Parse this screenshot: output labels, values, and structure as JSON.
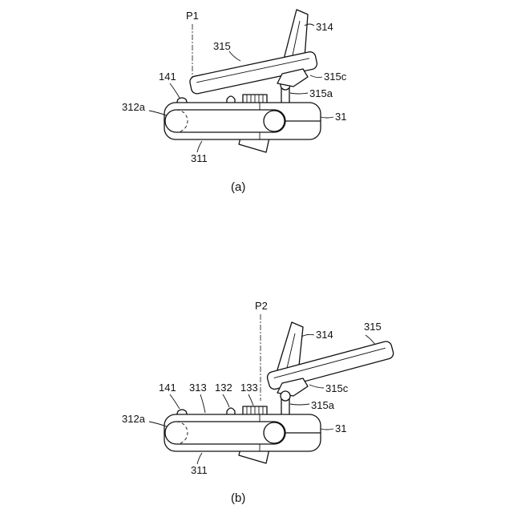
{
  "views": [
    {
      "caption": "(a)",
      "labels": {
        "plane": "P1",
        "l314": "314",
        "l315": "315",
        "l315c": "315c",
        "l141": "141",
        "l315a": "315a",
        "l312a": "312a",
        "l31": "31",
        "l311": "311"
      }
    },
    {
      "caption": "(b)",
      "labels": {
        "plane": "P2",
        "l314": "314",
        "l315": "315",
        "l315c": "315c",
        "l141": "141",
        "l313": "313",
        "l132": "132",
        "l133": "133",
        "l315a": "315a",
        "l312a": "312a",
        "l31": "31",
        "l311": "311"
      }
    }
  ]
}
